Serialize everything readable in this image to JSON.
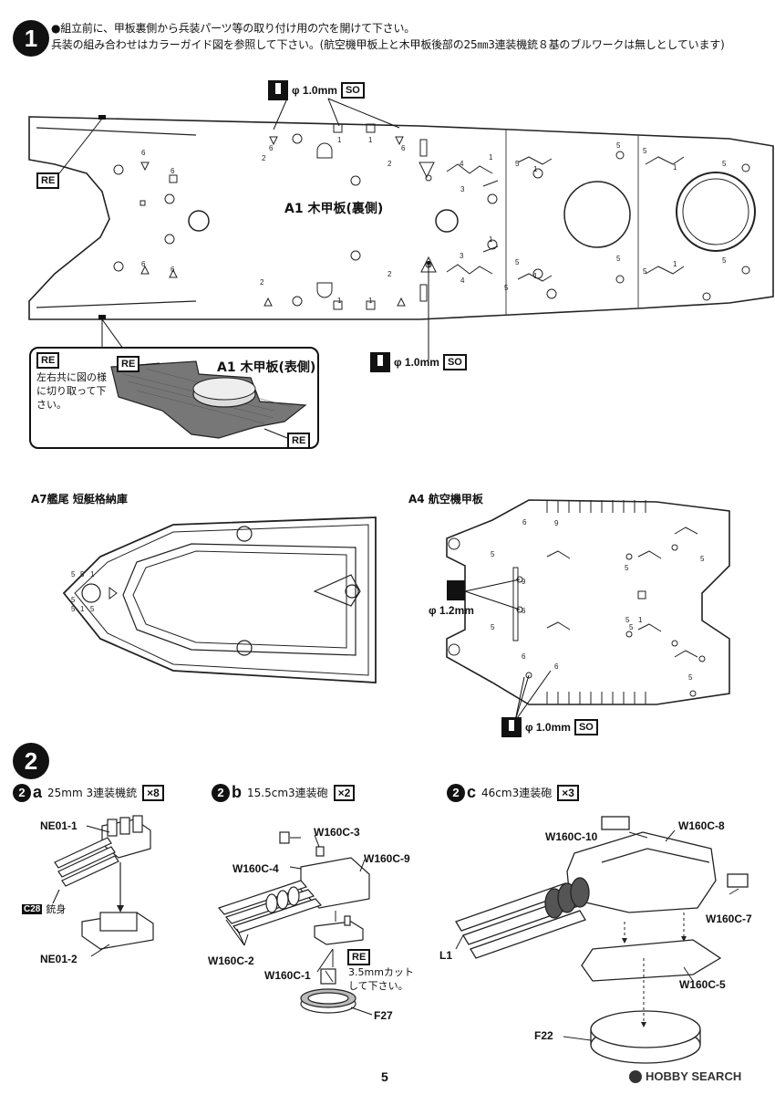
{
  "step1": {
    "number": "1",
    "instruction_line1": "●組立前に、甲板裏側から兵装パーツ等の取り付け用の穴を開けて下さい。",
    "instruction_line2": "兵装の組み合わせはカラーガイド図を参照して下さい。(航空機甲板上と木甲板後部の25㎜3連装機銃８基のブルワークは無しとしています)",
    "drill_top": "φ 1.0mm",
    "drill_top_tag": "SO",
    "part_a1_back": "A1 木甲板(裏側)",
    "re_tag": "RE",
    "drill_mid": "φ 1.0mm",
    "drill_mid_tag": "SO",
    "callout_text": "左右共に図の様に切り取って下さい。",
    "callout_re": "RE",
    "callout_re2": "RE",
    "callout_re3": "RE",
    "part_a1_front": "A1 木甲板(表側)",
    "part_a7": "A7艦尾 短艇格納庫",
    "part_a4": "A4 航空機甲板",
    "drill_a4_1": "φ 1.2mm",
    "drill_a4_2": "φ 1.0mm",
    "drill_a4_2_tag": "SO"
  },
  "step2": {
    "number": "2",
    "a": {
      "badge": "a",
      "title": "25mm 3連装機銃",
      "qty": "×8",
      "parts": {
        "ne01_1": "NE01-1",
        "ne01_2": "NE01-2",
        "c28": "C28",
        "c28_label": "銃身"
      }
    },
    "b": {
      "badge": "b",
      "title": "15.5cm3連装砲",
      "qty": "×2",
      "parts": {
        "w3": "W160C-3",
        "w4": "W160C-4",
        "w9": "W160C-9",
        "w2": "W160C-2",
        "w1": "W160C-1",
        "re": "RE",
        "cut_note": "3.5mmカットして下さい。",
        "f27": "F27"
      }
    },
    "c": {
      "badge": "c",
      "title": "46cm3連装砲",
      "qty": "×3",
      "parts": {
        "w10": "W160C-10",
        "w8": "W160C-8",
        "w7": "W160C-7",
        "l1": "L1",
        "w5": "W160C-5",
        "f22": "F22"
      }
    }
  },
  "footer": {
    "page_number": "5",
    "watermark": "HOBBY SEARCH"
  }
}
